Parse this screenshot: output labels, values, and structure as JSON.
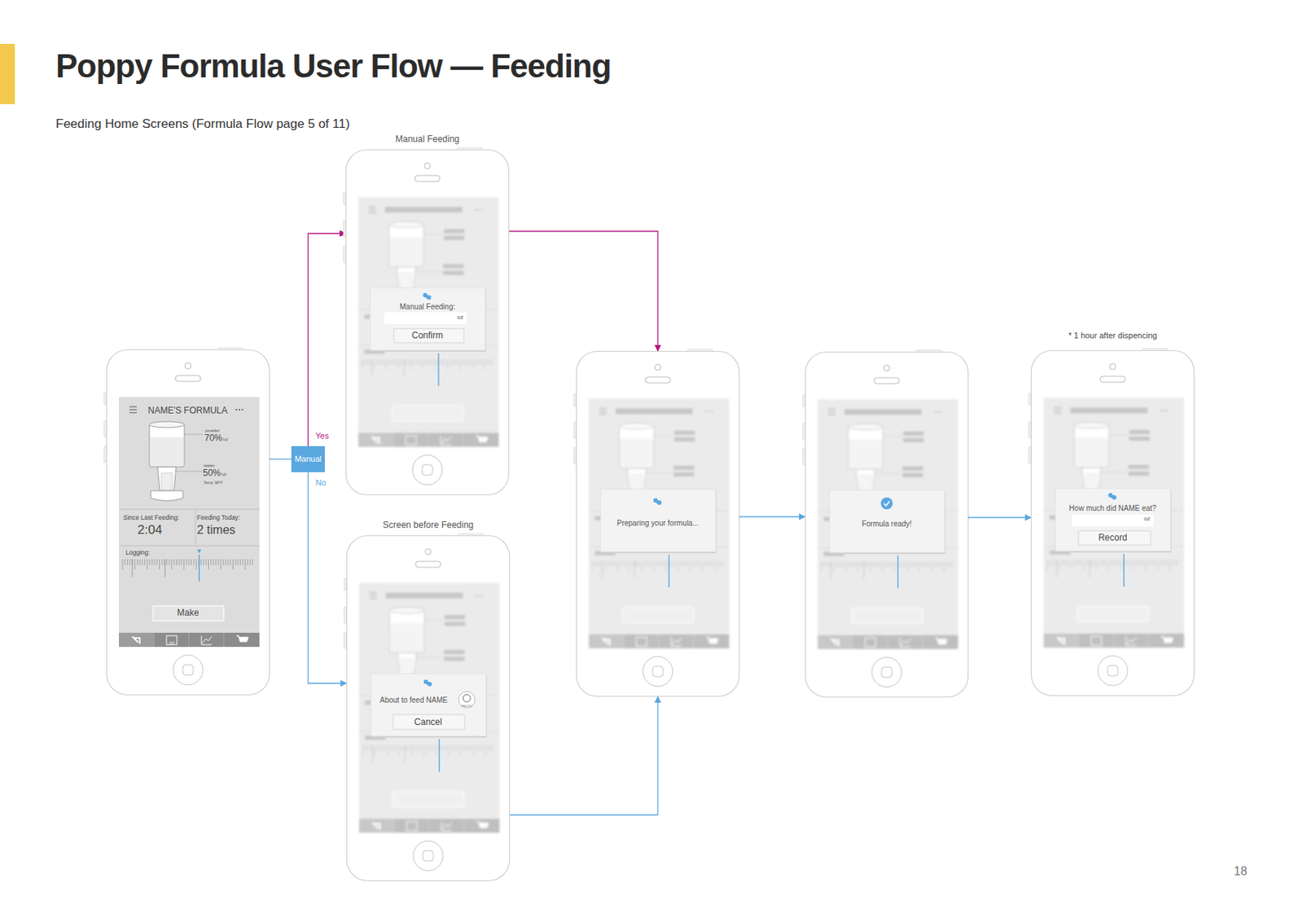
{
  "diagram": {
    "title": "Poppy Formula User Flow — Feeding",
    "nodes": [
      {
        "text": [
          "NAME'S FORMULA",
          "powder",
          "70%",
          "full",
          "water",
          "50%",
          "full",
          "Temp: 98°F",
          "Since Last Feeding:",
          "2:04",
          "Feeding Today:",
          "2 times",
          "Logging:",
          "Make",
          "07"
        ]
      },
      {
        "text": [
          "Manual"
        ]
      },
      {
        "text": [
          "Manual Feeding",
          "Manual Feeding:",
          "oz",
          "Confirm"
        ]
      },
      {
        "text": [
          "Screen before Feeding",
          "About to feed NAME",
          "PHOTO",
          "Cancel"
        ]
      },
      {
        "text": [
          "Preparing your formula..."
        ]
      },
      {
        "text": [
          "Formula ready!"
        ]
      },
      {
        "text": [
          "* 1 hour after dispencing",
          "How much did NAME eat?",
          "oz",
          "Record"
        ]
      }
    ],
    "edges": [
      {
        "from": 0,
        "to": 1,
        "arrow": "none"
      },
      {
        "from": 1,
        "to": 2,
        "label": "Yes",
        "arrow": "to"
      },
      {
        "from": 1,
        "to": 3,
        "label": "No",
        "arrow": "to"
      },
      {
        "from": 2,
        "to": 4,
        "arrow": "to"
      },
      {
        "from": 3,
        "to": 4,
        "arrow": "to"
      },
      {
        "from": 4,
        "to": 5,
        "arrow": "to"
      },
      {
        "from": 5,
        "to": 6,
        "arrow": "to"
      }
    ],
    "labels": [
      "Feeding Home Screens (Formula Flow page 5 of 11)",
      "18"
    ]
  }
}
